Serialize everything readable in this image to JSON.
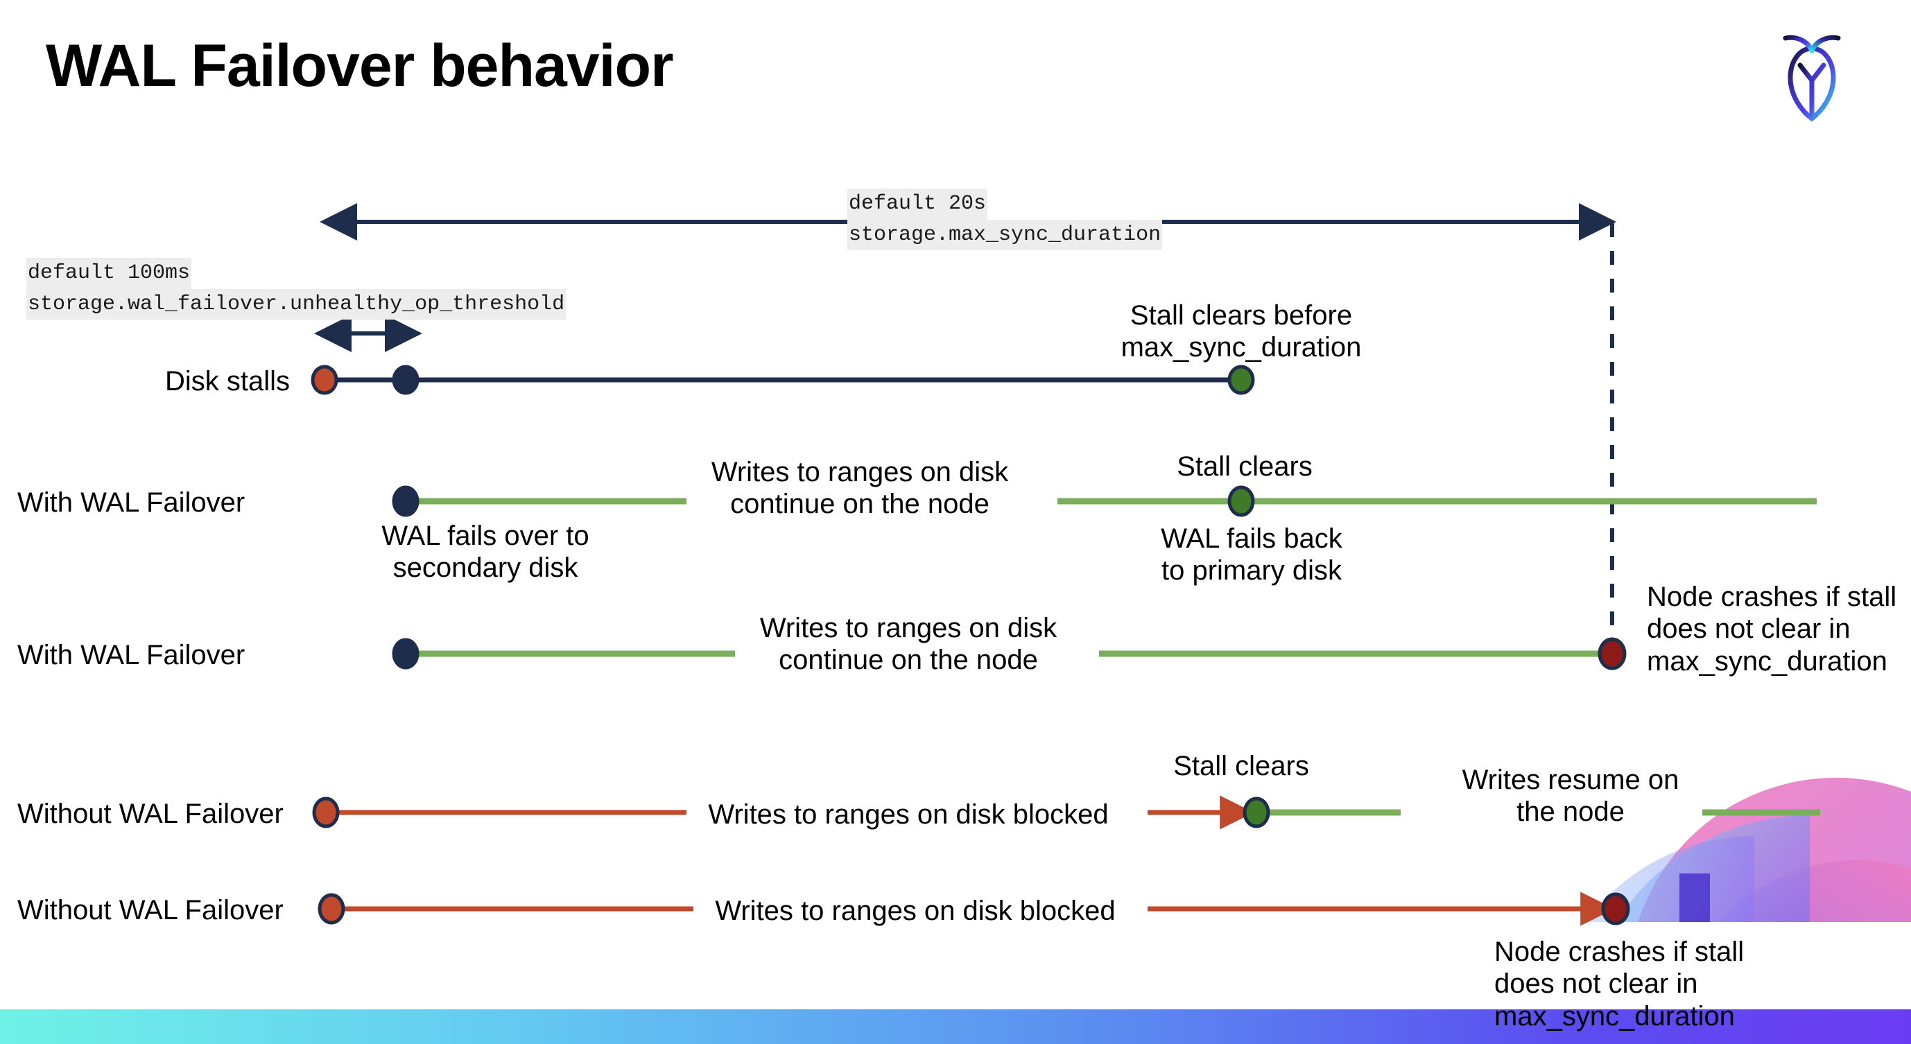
{
  "slide": {
    "title": "WAL Failover behavior",
    "logo_name": "cockroachdb-logo"
  },
  "callouts": {
    "max_sync_duration": {
      "line1": "default 20s",
      "line2": "storage.max_sync_duration"
    },
    "unhealthy_op_threshold": {
      "line1": "default 100ms",
      "line2": "storage.wal_failover.unhealthy_op_threshold"
    }
  },
  "rows": [
    {
      "label": "Disk stalls"
    },
    {
      "label": "With WAL Failover"
    },
    {
      "label": "With WAL Failover"
    },
    {
      "label": "Without WAL Failover"
    },
    {
      "label": "Without WAL Failover"
    }
  ],
  "annotations": {
    "stall_clears_before": "Stall clears before\nmax_sync_duration",
    "stall_clears_before_l1": "Stall clears before",
    "stall_clears_before_l2": "max_sync_duration",
    "writes_continue_1_l1": "Writes to ranges on disk",
    "writes_continue_1_l2": "continue on the node",
    "stall_clears_1": "Stall clears",
    "wal_fails_over_l1": "WAL fails over to",
    "wal_fails_over_l2": "secondary disk",
    "wal_fails_back_l1": "WAL fails  back",
    "wal_fails_back_l2": "to primary disk",
    "writes_continue_2_l1": "Writes to ranges on disk",
    "writes_continue_2_l2": "continue on the node",
    "node_crashes_1_l1": "Node crashes if stall",
    "node_crashes_1_l2": "does not clear in",
    "node_crashes_1_l3": "max_sync_duration",
    "writes_blocked_1": "Writes to ranges on disk  blocked",
    "stall_clears_2": "Stall clears",
    "writes_resume_l1": "Writes resume on",
    "writes_resume_l2": "the node",
    "writes_blocked_2": "Writes to ranges on disk  blocked",
    "node_crashes_2_l1": "Node crashes if stall",
    "node_crashes_2_l2": "does not clear in",
    "node_crashes_2_l3": "max_sync_duration"
  },
  "colors": {
    "navy": "#1f2d4d",
    "green_line": "#7aad5c",
    "green_dot": "#3f7a28",
    "orange": "#c0492b",
    "dark_red": "#8b1a18",
    "code_bg": "#ededed",
    "gradient_start": "#6ff2e6",
    "gradient_end": "#6b3df2"
  }
}
